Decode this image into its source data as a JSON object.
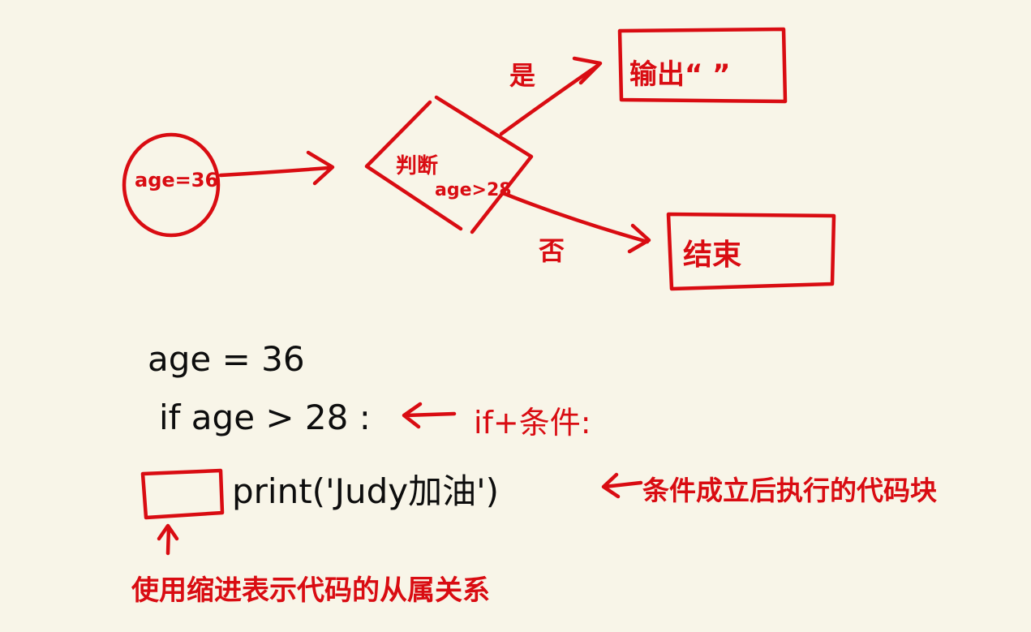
{
  "colors": {
    "background": "#f8f5e8",
    "ink_red": "#d90c12",
    "ink_black": "#0d0d0d"
  },
  "flowchart": {
    "start_node": {
      "shape": "circle",
      "label": "age=36"
    },
    "decision_node": {
      "shape": "diamond",
      "label_line1": "判断",
      "label_line2": "age>28"
    },
    "yes_branch": {
      "label": "是",
      "target_label": "输出“ ”"
    },
    "no_branch": {
      "label": "否",
      "target_label": "结束"
    }
  },
  "code": {
    "line1": "age = 36",
    "line2": "if age > 28 :",
    "line3": "print('Judy加油')"
  },
  "annotations": {
    "if_condition": {
      "arrow": "←",
      "text": "if+条件:"
    },
    "block_note": {
      "arrow": "←",
      "text": "条件成立后执行的代码块"
    },
    "indent_note": {
      "arrow": "↑",
      "text": "使用缩进表示代码的从属关系"
    }
  }
}
